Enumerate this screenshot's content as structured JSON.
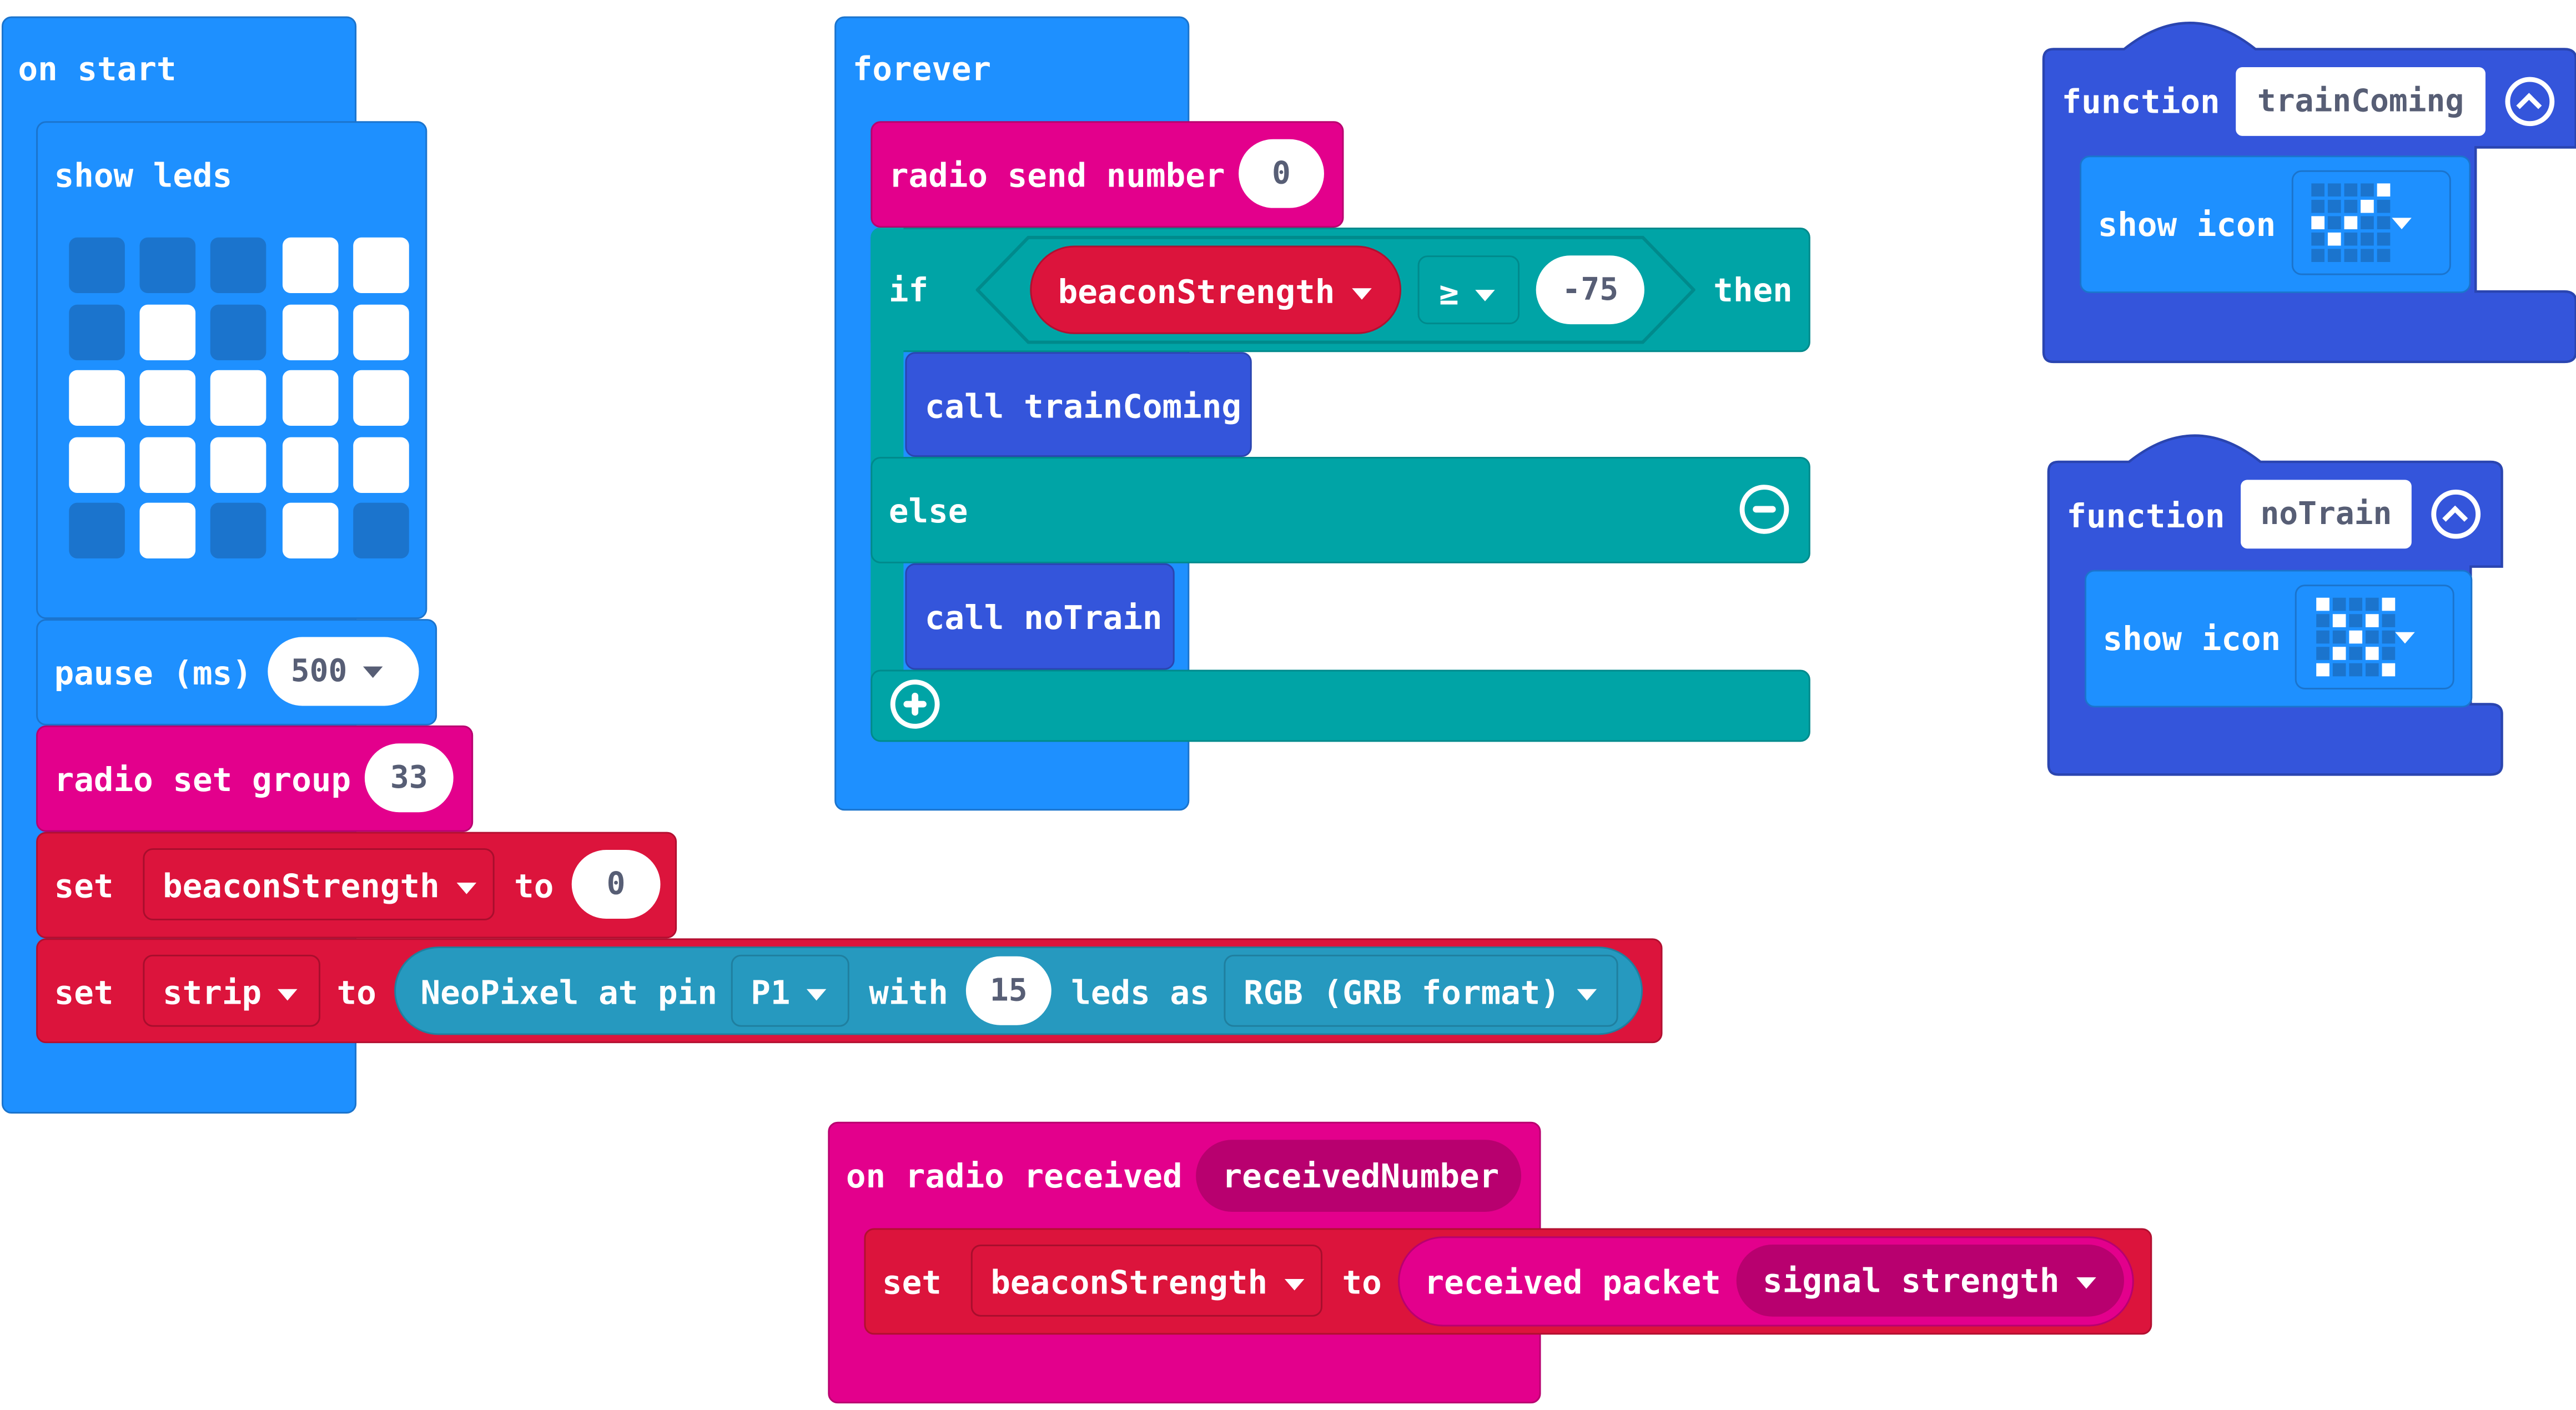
{
  "colors": {
    "basic": "#1e90ff",
    "basic_dark": "#1b74cd",
    "radio": "#e3008c",
    "variables": "#dc143c",
    "logic": "#00a4a6",
    "functions": "#3455db",
    "neopixel": "#2699bf"
  },
  "on_start": {
    "hat_label": "on start",
    "show_leds_label": "show leds",
    "leds": [
      [
        0,
        0,
        0,
        1,
        1
      ],
      [
        0,
        1,
        0,
        1,
        1
      ],
      [
        1,
        1,
        1,
        1,
        1
      ],
      [
        1,
        1,
        1,
        1,
        1
      ],
      [
        0,
        1,
        0,
        1,
        0
      ]
    ],
    "pause_label": "pause (ms)",
    "pause_value": "500",
    "radio_set_group_label": "radio set group",
    "radio_group_value": "33",
    "set1_label": "set",
    "set1_var": "beaconStrength",
    "set1_to": "to",
    "set1_value": "0",
    "set2_label": "set",
    "set2_var": "strip",
    "set2_to": "to",
    "neopixel_label": "NeoPixel at pin",
    "neopixel_pin": "P1",
    "neopixel_with": "with",
    "neopixel_count": "15",
    "neopixel_leds_as": "leds as",
    "neopixel_mode": "RGB (GRB format)"
  },
  "forever": {
    "hat_label": "forever",
    "radio_send_label": "radio send number",
    "radio_send_value": "0",
    "if_label": "if",
    "cond_var": "beaconStrength",
    "cond_op": "≥",
    "cond_value": "-75",
    "then_label": "then",
    "call1_label": "call trainComing",
    "else_label": "else",
    "call2_label": "call noTrain"
  },
  "function_train": {
    "label": "function",
    "name": "trainComing",
    "show_icon_label": "show icon",
    "icon_leds": [
      [
        0,
        0,
        0,
        0,
        1
      ],
      [
        0,
        0,
        0,
        1,
        0
      ],
      [
        1,
        0,
        1,
        0,
        0
      ],
      [
        0,
        1,
        0,
        0,
        0
      ],
      [
        0,
        0,
        0,
        0,
        0
      ]
    ]
  },
  "function_notrain": {
    "label": "function",
    "name": "noTrain",
    "show_icon_label": "show icon",
    "icon_leds": [
      [
        1,
        0,
        0,
        0,
        1
      ],
      [
        0,
        1,
        0,
        1,
        0
      ],
      [
        0,
        0,
        1,
        0,
        0
      ],
      [
        0,
        1,
        0,
        1,
        0
      ],
      [
        1,
        0,
        0,
        0,
        1
      ]
    ]
  },
  "radio_received": {
    "label": "on radio received",
    "param": "receivedNumber",
    "set_label": "set",
    "set_var": "beaconStrength",
    "set_to": "to",
    "packet_label": "received packet",
    "packet_prop": "signal strength"
  }
}
